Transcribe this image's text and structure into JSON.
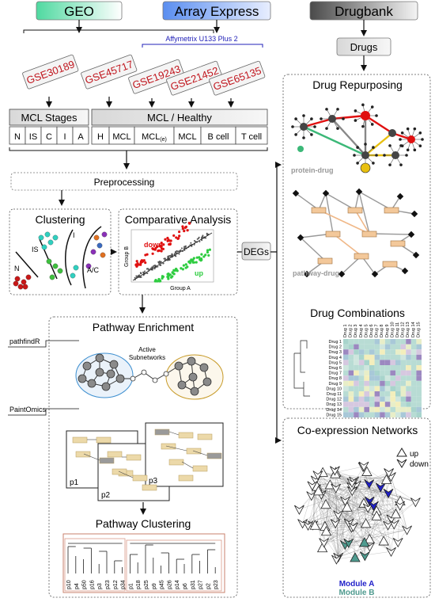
{
  "sources": {
    "geo": "GEO",
    "array_express": "Array Express",
    "drugbank": "Drugbank",
    "drugs": "Drugs",
    "platform": "Affymetrix U133 Plus 2"
  },
  "datasets": [
    "GSE30189",
    "GSE45717",
    "GSE19243",
    "GSE21452",
    "GSE65135"
  ],
  "groups": {
    "mcl_stages": {
      "title": "MCL Stages",
      "cells": [
        "N",
        "IS",
        "C",
        "I",
        "A"
      ]
    },
    "mcl_healthy": {
      "title": "MCL / Healthy",
      "cells": [
        "H",
        "MCL",
        "MCL",
        "MCL",
        "B cell",
        "T cell"
      ],
      "subscript": "(e)"
    }
  },
  "steps": {
    "preprocessing": "Preprocessing",
    "clustering": "Clustering",
    "comparative": "Comparative Analysis",
    "degs": "DEGs",
    "pathway_enrichment": "Pathway Enrichment",
    "pathway_clustering": "Pathway Clustering",
    "drug_repurposing": "Drug Repurposing",
    "drug_combinations": "Drug Combinations",
    "coexpression": "Co-expression Networks"
  },
  "clustering_labels": [
    "N",
    "IS",
    "I",
    "A/C"
  ],
  "comparative_labels": {
    "down": "down",
    "up": "up",
    "x_axis": "Group A",
    "y_axis": "Group B"
  },
  "tools": {
    "pathfindr": "pathfindR",
    "paintomics": "PaintOmics",
    "active_subnetworks_1": "Active",
    "active_subnetworks_2": "Subnetworks"
  },
  "pages": [
    "p1",
    "p2",
    "p3"
  ],
  "dendrogram_leaves": [
    "p10",
    "p4",
    "p50",
    "p16",
    "p3",
    "p23",
    "p12",
    "p34",
    "p1",
    "p18",
    "p25",
    "p9",
    "p45",
    "p26",
    "p14",
    "p6",
    "p31",
    "p27",
    "p2",
    "p23"
  ],
  "network_labels": {
    "protein_drug": "protein-drug",
    "pathway_drug": "pathway-drug"
  },
  "heatmap": {
    "drugs": [
      "Drug 1",
      "Drug 2",
      "Drug 3",
      "Drug 4",
      "Drug 5",
      "Drug 6",
      "Drug 7",
      "Drug 8",
      "Drug 9",
      "Drug 10",
      "Drug 11",
      "Drug 12",
      "Drug 13",
      "Drug 14",
      "Drug 15"
    ]
  },
  "coexpression": {
    "legend_up": "up",
    "legend_down": "down",
    "module_a": "Module A",
    "module_b": "Module B"
  },
  "colors": {
    "geo_green": "#3fcf95",
    "array_express_blue": "#5b8ff0",
    "drugbank_gray": "#555555",
    "dataset_red": "#c0141c",
    "module_a": "#1f1fc8",
    "module_b": "#4f9b8f",
    "down_red": "#e01010",
    "up_green": "#2ecc40"
  }
}
